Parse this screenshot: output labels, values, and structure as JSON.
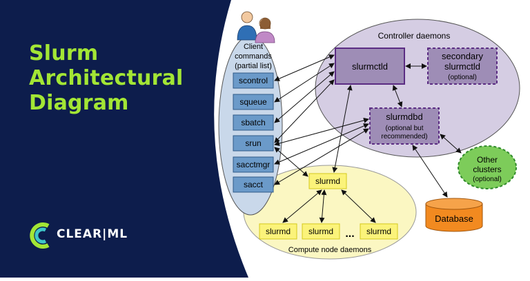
{
  "page": {
    "title_lines": [
      "Slurm",
      "Architectural",
      "Diagram"
    ],
    "logo_text": "CLEAR|ML"
  },
  "diagram": {
    "client": {
      "label_lines": [
        "Client",
        "commands",
        "(partial list)"
      ],
      "commands": [
        "scontrol",
        "squeue",
        "sbatch",
        "srun",
        "sacctmgr",
        "sacct"
      ]
    },
    "controller": {
      "group_label": "Controller daemons",
      "slurmctld": "slurmctld",
      "secondary_lines": [
        "secondary",
        "slurmctld"
      ],
      "secondary_note": "(optional)",
      "slurmdbd": "slurmdbd",
      "slurmdbd_note_lines": [
        "(optional but",
        "recommended)"
      ]
    },
    "other_clusters": {
      "lines": [
        "Other",
        "clusters"
      ],
      "note": "(optional)"
    },
    "database": "Database",
    "compute": {
      "group_label": "Compute node daemons",
      "top_node": "slurmd",
      "nodes": [
        "slurmd",
        "slurmd",
        "slurmd"
      ],
      "ellipsis": "..."
    }
  },
  "colors": {
    "background_dark": "#0d1d4c",
    "accent_green": "#a3e635",
    "client_ellipse": "#c9d8ea",
    "command_box": "#6b9ac9",
    "controller_ellipse": "#d5cde3",
    "daemon_box": "#9e8db6",
    "daemon_border": "#5b2c83",
    "compute_ellipse": "#fbf7c2",
    "slurmd_box": "#fbf37a",
    "database_box": "#f28a20",
    "other_clusters": "#7dcc5a"
  },
  "icons": {
    "users": "two-users-icon",
    "logo": "clearml-logo-icon"
  }
}
